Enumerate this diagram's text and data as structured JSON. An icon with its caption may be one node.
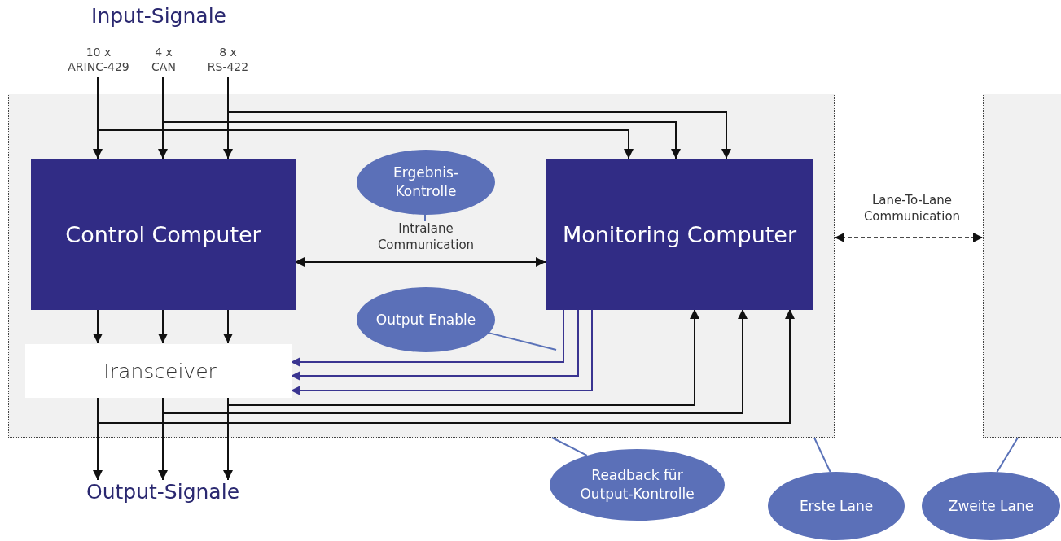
{
  "diagram": {
    "nodes": [
      {
        "text": [],
        "shape": "box"
      },
      {
        "text": [
          "10 x ARINC-429"
        ]
      },
      {
        "text": [
          "4 x CAN"
        ]
      },
      {
        "text": [
          "8 x RS-422"
        ]
      },
      {
        "text": [
          "Control Computer"
        ],
        "in": 0
      },
      {
        "text": [
          "Ergebnis-Kontrolle"
        ],
        "in": 0
      },
      {
        "text": [
          "Monitoring Computer"
        ],
        "in": 0
      },
      {
        "text": [
          "Output Enable"
        ],
        "in": 0
      },
      {
        "text": [
          "Transceiver"
        ],
        "in": 0
      },
      {
        "text": [],
        "shape": "box"
      },
      {
        "text": [
          "Readback für Output-Kontrolle"
        ]
      },
      {
        "text": [
          "Erste Lane"
        ]
      },
      {
        "text": [
          "Zweite Lane"
        ]
      },
      {
        "text": [
          "Output-Signale"
        ]
      }
    ],
    "edges": [
      {
        "from": 1,
        "to": 4,
        "arrow": "to"
      },
      {
        "from": 2,
        "to": 4,
        "arrow": "to"
      },
      {
        "from": 3,
        "to": 4,
        "arrow": "to"
      },
      {
        "from": 1,
        "to": 6,
        "arrow": "to"
      },
      {
        "from": 2,
        "to": 6,
        "arrow": "to"
      },
      {
        "from": 3,
        "to": 6,
        "arrow": "to"
      },
      {
        "from": 4,
        "to": 6,
        "arrow": "both",
        "label": "Intralane Communication"
      },
      {
        "from": 4,
        "to": 8,
        "arrow": "to"
      },
      {
        "from": 4,
        "to": 8,
        "arrow": "to"
      },
      {
        "from": 4,
        "to": 8,
        "arrow": "to"
      },
      {
        "from": 6,
        "to": 8,
        "arrow": "to",
        "color": "#3a3591"
      },
      {
        "from": 6,
        "to": 8,
        "arrow": "to",
        "color": "#3a3591"
      },
      {
        "from": 6,
        "to": 8,
        "arrow": "to",
        "color": "#3a3591"
      },
      {
        "from": 8,
        "to": 13,
        "arrow": "to"
      },
      {
        "from": 8,
        "to": 13,
        "arrow": "to"
      },
      {
        "from": 8,
        "to": 13,
        "arrow": "to"
      },
      {
        "from": 8,
        "to": 6,
        "arrow": "to"
      },
      {
        "from": 8,
        "to": 6,
        "arrow": "to"
      },
      {
        "from": 8,
        "to": 6,
        "arrow": "to"
      },
      {
        "from": 0,
        "to": 9,
        "arrow": "both",
        "style": "dashed",
        "label": "Lane-To-Lane Communication"
      },
      {
        "from": 5,
        "to": null,
        "arrow": "none",
        "color": "#5a72b8"
      },
      {
        "from": 7,
        "to": null,
        "arrow": "none",
        "color": "#5a72b8"
      },
      {
        "from": 10,
        "to": 0,
        "arrow": "none",
        "color": "#5a72b8"
      },
      {
        "from": 11,
        "to": 0,
        "arrow": "none",
        "color": "#5a72b8"
      },
      {
        "from": 12,
        "to": 9,
        "arrow": "none",
        "color": "#5a72b8"
      }
    ],
    "labels": [
      "Input-Signale"
    ]
  }
}
